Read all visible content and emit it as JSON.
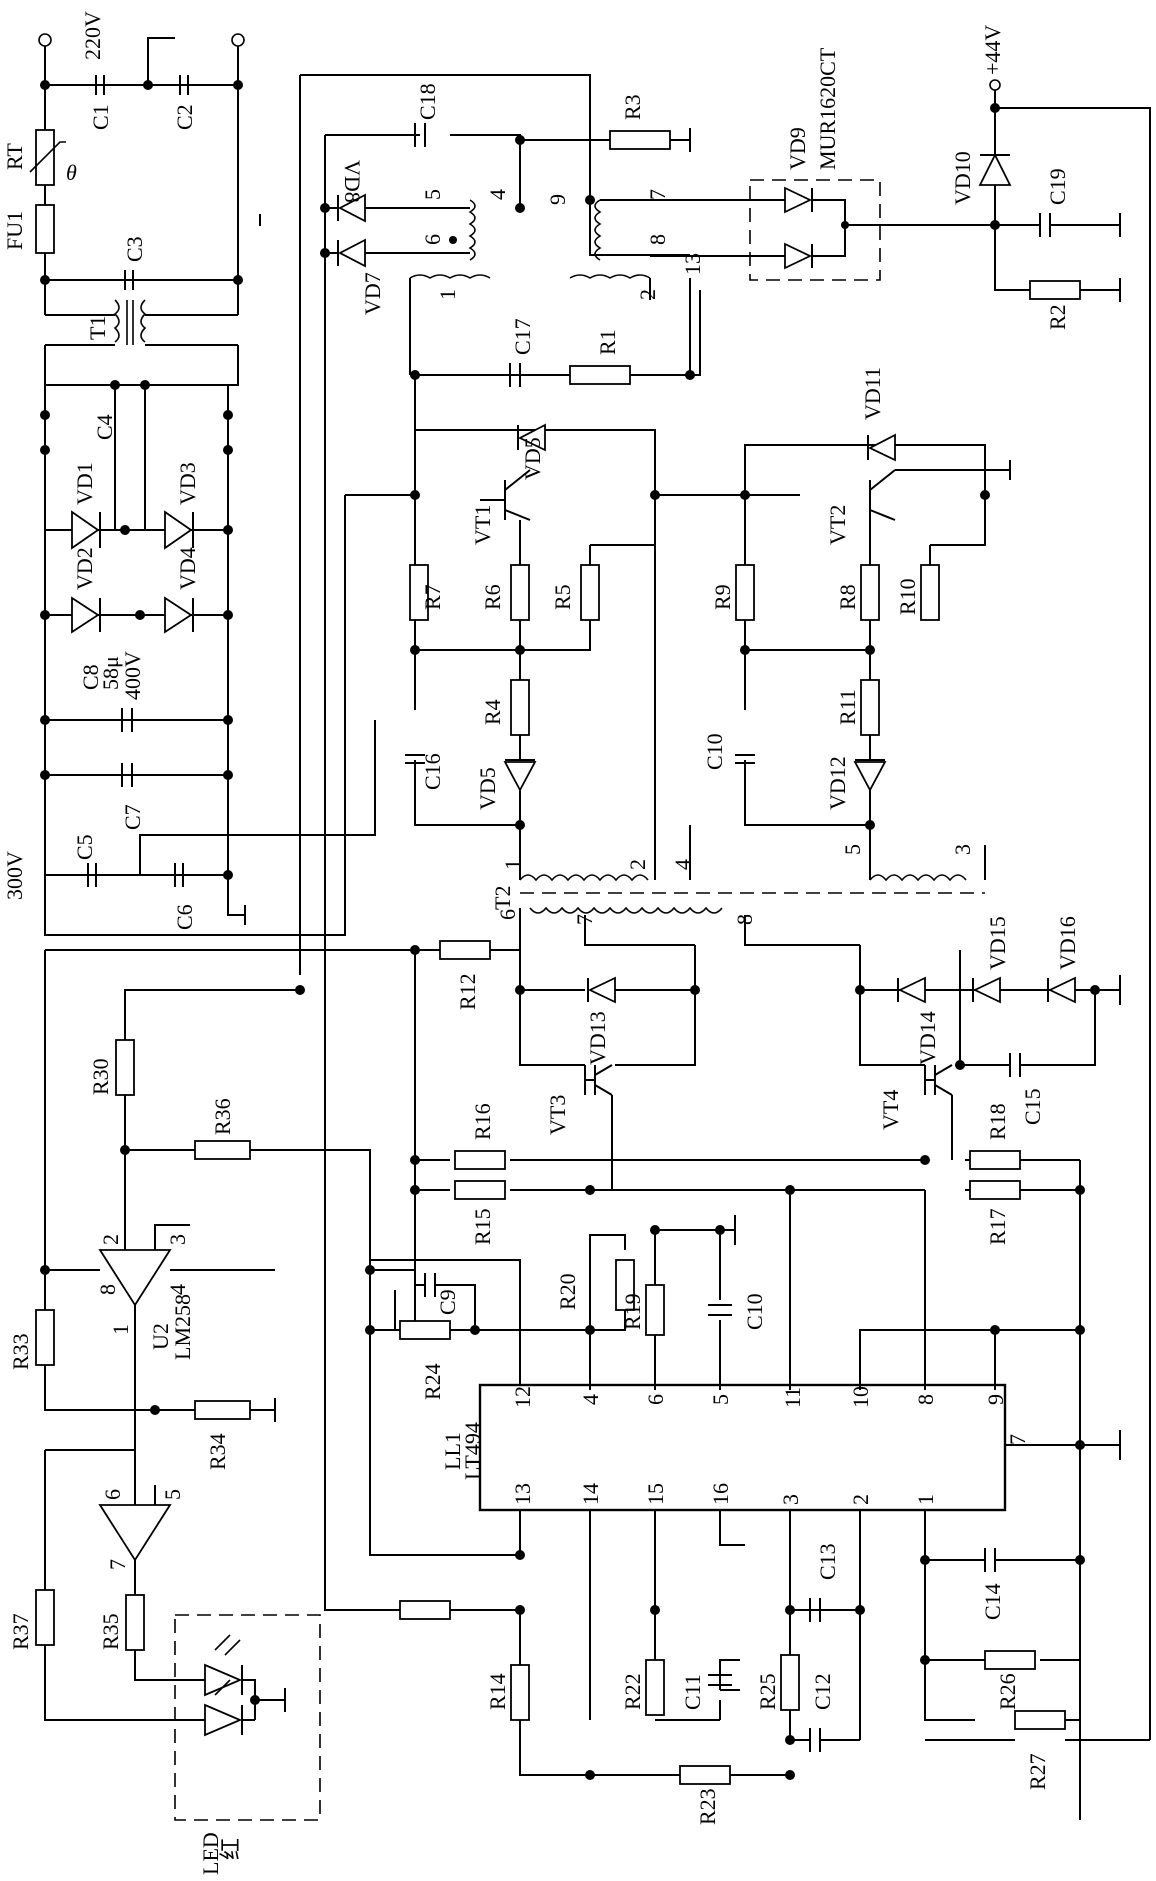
{
  "schematic": {
    "rails": {
      "mains": "220V",
      "bus": "300V",
      "output": "+44V"
    },
    "input": {
      "fuse": "FU1",
      "thermistor": "RT",
      "thermistor_symbol": "θ",
      "capacitors": [
        "C1",
        "C2",
        "C3"
      ],
      "filter": "T1"
    },
    "rectifier": {
      "diodes": [
        "VD1",
        "VD2",
        "VD3",
        "VD4"
      ],
      "bulk_cap": "C8",
      "bulk_value_1": "58μ",
      "bulk_value_2": "400V",
      "caps": [
        "C4",
        "C5",
        "C6",
        "C7"
      ]
    },
    "half_bridge": {
      "transistors": [
        "VT1",
        "VT2"
      ],
      "resistors": [
        "R4",
        "R5",
        "R6",
        "R7",
        "R8",
        "R9",
        "R10",
        "R11"
      ],
      "diodes": [
        "VD5",
        "VD5",
        "VD11",
        "VD12"
      ],
      "caps": [
        "C16",
        "C10"
      ]
    },
    "drive_transformer": {
      "name": "T2",
      "pins": [
        "1",
        "2",
        "4",
        "5",
        "3",
        "6",
        "7",
        "8"
      ]
    },
    "main_transformer": {
      "pins": [
        "1",
        "2",
        "13",
        "4",
        "5",
        "6",
        "9",
        "7",
        "8"
      ],
      "snubber": [
        "C17",
        "R1",
        "C18",
        "R3"
      ]
    },
    "output_stage": {
      "diodes": [
        "VD7",
        "VD8",
        "VD9",
        "VD10"
      ],
      "rectifier_part": "MUR1620CT",
      "cap": "C19",
      "resistor": "R2"
    },
    "driver": {
      "transistors": [
        "VT3",
        "VT4"
      ],
      "diodes": [
        "VD13",
        "VD14",
        "VD15",
        "VD16"
      ],
      "resistors": [
        "R12",
        "R15",
        "R16",
        "R17",
        "R18"
      ],
      "cap": "C15"
    },
    "controller": {
      "name": "LL1",
      "part": "LT494",
      "pins_top": [
        "12",
        "4",
        "6",
        "5",
        "11",
        "10",
        "8",
        "9"
      ],
      "pins_bottom": [
        "13",
        "14",
        "15",
        "16",
        "3",
        "2",
        "1"
      ],
      "pin_right": "7",
      "parts": [
        "C9",
        "R19",
        "R20",
        "R24",
        "C10",
        "R14",
        "R22",
        "C11",
        "R23",
        "R25",
        "C12",
        "C13",
        "C14",
        "R26",
        "R27"
      ]
    },
    "indicator": {
      "ic": "U2",
      "part": "LM258",
      "pins": [
        "2",
        "3",
        "8",
        "4",
        "1",
        "6",
        "5",
        "7"
      ],
      "resistors": [
        "R30",
        "R33",
        "R34",
        "R35",
        "R36",
        "R37"
      ],
      "led": "LED",
      "led_color": "红"
    }
  }
}
